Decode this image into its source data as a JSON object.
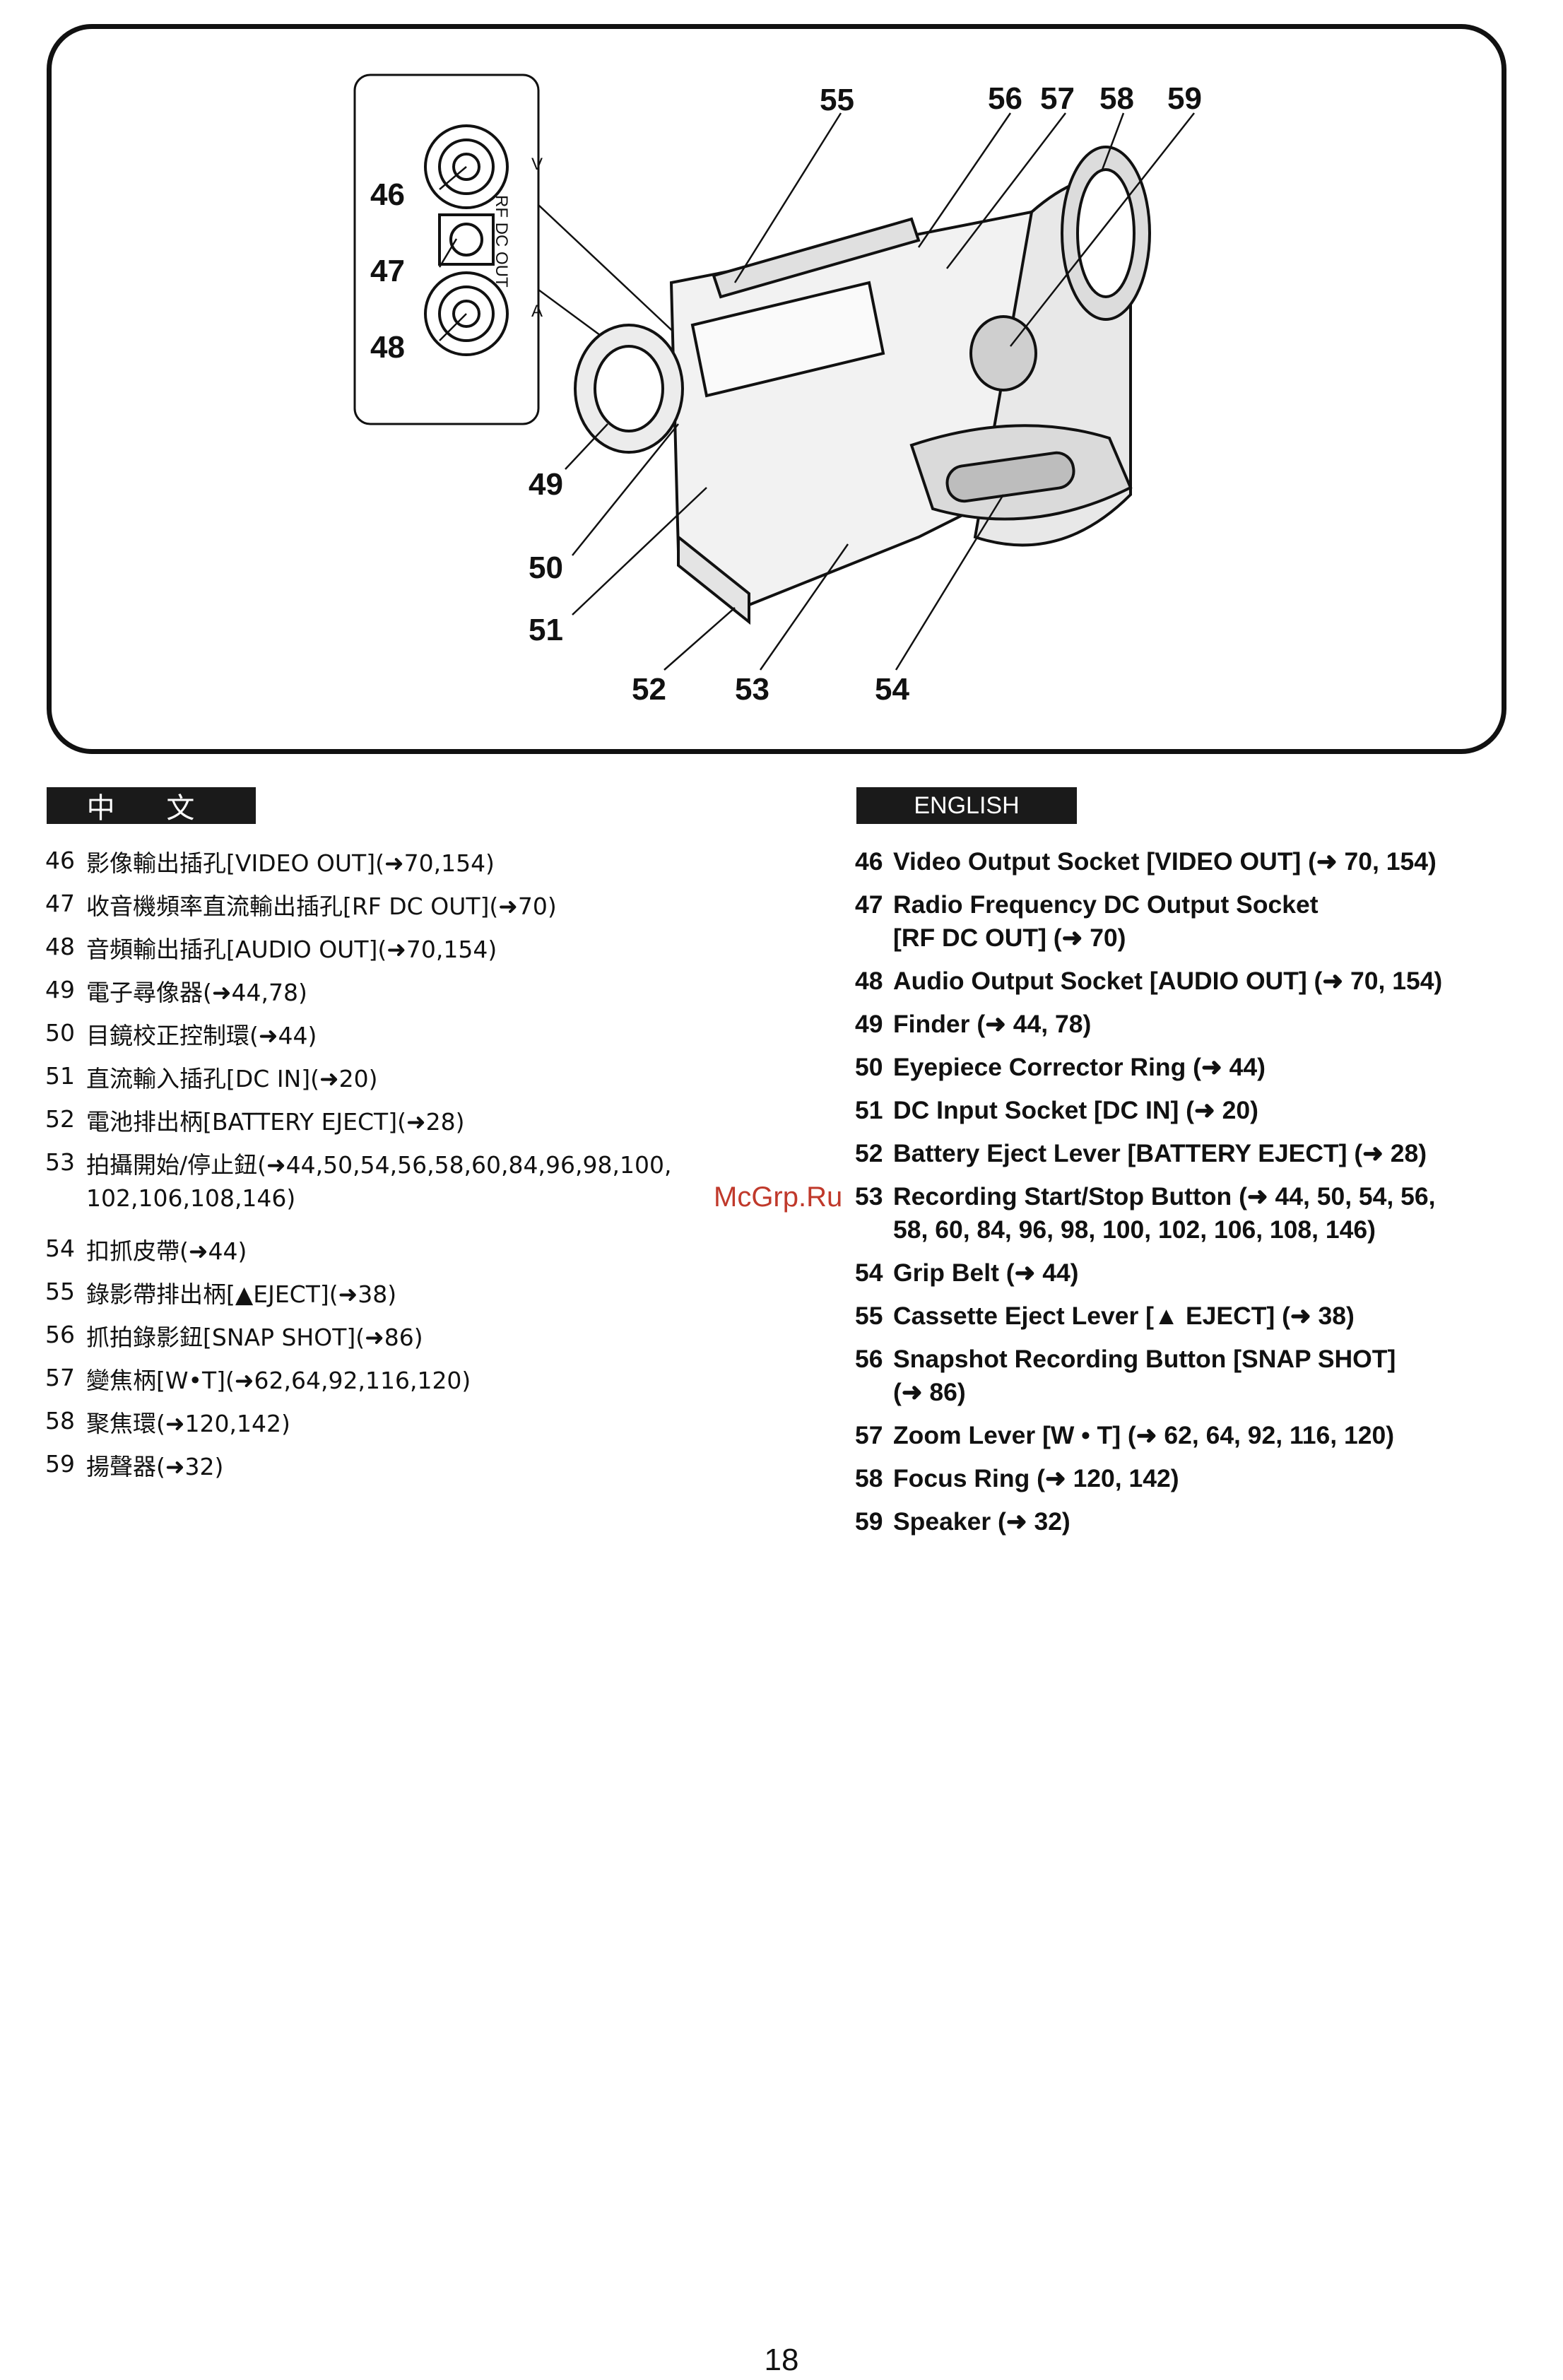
{
  "figure": {
    "callouts": [
      "46",
      "47",
      "48",
      "49",
      "50",
      "51",
      "52",
      "53",
      "54",
      "55",
      "56",
      "57",
      "58",
      "59"
    ],
    "jack_labels": {
      "v": "V",
      "rf": "RF DC OUT",
      "a": "A"
    }
  },
  "chinese": {
    "header": "中 文",
    "items": [
      {
        "num": "46",
        "text": "影像輸出插孔[VIDEO OUT](➜70,154)"
      },
      {
        "num": "47",
        "text": "收音機頻率直流輸出插孔[RF DC OUT](➜70)"
      },
      {
        "num": "48",
        "text": "音頻輸出插孔[AUDIO OUT](➜70,154)"
      },
      {
        "num": "49",
        "text": "電子尋像器(➜44,78)"
      },
      {
        "num": "50",
        "text": "目鏡校正控制環(➜44)"
      },
      {
        "num": "51",
        "text": "直流輸入插孔[DC IN](➜20)"
      },
      {
        "num": "52",
        "text": "電池排出柄[BATTERY EJECT](➜28)"
      },
      {
        "num": "53",
        "text": "拍攝開始/停止鈕(➜44,50,54,56,58,60,84,96,98,100,",
        "text2": "102,106,108,146)"
      },
      {
        "num": "54",
        "text": "扣抓皮帶(➜44)"
      },
      {
        "num": "55",
        "text": "錄影帶排出柄[▲EJECT](➜38)"
      },
      {
        "num": "56",
        "text": "抓拍錄影鈕[SNAP SHOT](➜86)"
      },
      {
        "num": "57",
        "text": "變焦柄[W•T](➜62,64,92,116,120)"
      },
      {
        "num": "58",
        "text": "聚焦環(➜120,142)"
      },
      {
        "num": "59",
        "text": "揚聲器(➜32)"
      }
    ]
  },
  "english": {
    "header": "ENGLISH",
    "items": [
      {
        "num": "46",
        "text": "Video Output Socket [VIDEO OUT] (➜ 70, 154)"
      },
      {
        "num": "47",
        "text": "Radio Frequency DC Output Socket",
        "text2": "[RF DC OUT] (➜ 70)"
      },
      {
        "num": "48",
        "text": "Audio Output Socket [AUDIO OUT] (➜ 70, 154)"
      },
      {
        "num": "49",
        "text": "Finder (➜ 44, 78)"
      },
      {
        "num": "50",
        "text": "Eyepiece Corrector Ring (➜ 44)"
      },
      {
        "num": "51",
        "text": "DC Input Socket [DC IN] (➜ 20)"
      },
      {
        "num": "52",
        "text": "Battery Eject Lever [BATTERY EJECT] (➜ 28)"
      },
      {
        "num": "53",
        "text": "Recording Start/Stop Button (➜ 44, 50, 54, 56,",
        "text2": "58, 60, 84, 96, 98, 100, 102, 106, 108, 146)"
      },
      {
        "num": "54",
        "text": "Grip Belt (➜ 44)"
      },
      {
        "num": "55",
        "text": "Cassette Eject Lever [▲ EJECT] (➜ 38)"
      },
      {
        "num": "56",
        "text": "Snapshot Recording Button [SNAP SHOT]",
        "text2": "(➜ 86)"
      },
      {
        "num": "57",
        "text": "Zoom Lever [W • T] (➜ 62, 64, 92, 116, 120)"
      },
      {
        "num": "58",
        "text": "Focus Ring (➜ 120, 142)"
      },
      {
        "num": "59",
        "text": "Speaker (➜ 32)"
      }
    ]
  },
  "watermark": "McGrp.Ru",
  "page_number": "18"
}
